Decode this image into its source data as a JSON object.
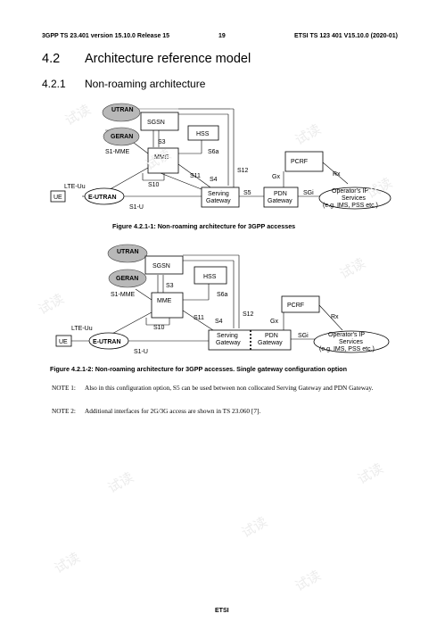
{
  "header": {
    "left": "3GPP TS 23.401 version 15.10.0 Release 15",
    "center": "19",
    "right": "ETSI TS 123 401 V15.10.0 (2020-01)"
  },
  "section": {
    "number": "4.2",
    "title": "Architecture reference model"
  },
  "subsection": {
    "number": "4.2.1",
    "title": "Non-roaming architecture"
  },
  "figure1": {
    "caption": "Figure 4.2.1-1: Non-roaming architecture for 3GPP accesses",
    "nodes": {
      "utran": "UTRAN",
      "geran": "GERAN",
      "sgsn": "SGSN",
      "hss": "HSS",
      "mme": "MME",
      "pcrf": "PCRF",
      "ue": "UE",
      "eutran": "E-UTRAN",
      "sgw_1": "Serving",
      "sgw_2": "Gateway",
      "pgw_1": "PDN",
      "pgw_2": "Gateway",
      "ip_1": "Operator's IP",
      "ip_2": "Services",
      "ip_3": "(e.g. IMS, PSS etc.)"
    },
    "interfaces": {
      "s3": "S3",
      "s1mme": "S1-MME",
      "s6a": "S6a",
      "s12": "S12",
      "s11": "S11",
      "s10": "S10",
      "s4": "S4",
      "gx": "Gx",
      "rx": "Rx",
      "lteuu": "LTE-Uu",
      "s5": "S5",
      "sgi": "SGi",
      "s1u": "S1-U"
    }
  },
  "figure2": {
    "caption": "Figure 4.2.1-2: Non-roaming architecture for 3GPP accesses. Single gateway configuration option",
    "nodes": {
      "utran": "UTRAN",
      "geran": "GERAN",
      "sgsn": "SGSN",
      "hss": "HSS",
      "mme": "MME",
      "pcrf": "PCRF",
      "ue": "UE",
      "eutran": "E-UTRAN",
      "sgw_1": "Serving",
      "sgw_2": "Gateway",
      "pgw_1": "PDN",
      "pgw_2": "Gateway",
      "ip_1": "Operator's IP",
      "ip_2": "Services",
      "ip_3": "(e.g. IMS, PSS etc.)"
    },
    "interfaces": {
      "s3": "S3",
      "s1mme": "S1-MME",
      "s6a": "S6a",
      "s12": "S12",
      "s11": "S11",
      "s10": "S10",
      "s4": "S4",
      "gx": "Gx",
      "rx": "Rx",
      "lteuu": "LTE-Uu",
      "sgi": "SGi",
      "s1u": "S1-U"
    }
  },
  "notes": [
    {
      "label": "NOTE 1:",
      "text": "Also in this configuration option, S5 can be used between non collocated Serving Gateway and PDN Gateway."
    },
    {
      "label": "NOTE 2:",
      "text": "Additional interfaces for 2G/3G access are shown in TS 23.060 [7]."
    }
  ],
  "footer": "ETSI",
  "watermark": "试读"
}
